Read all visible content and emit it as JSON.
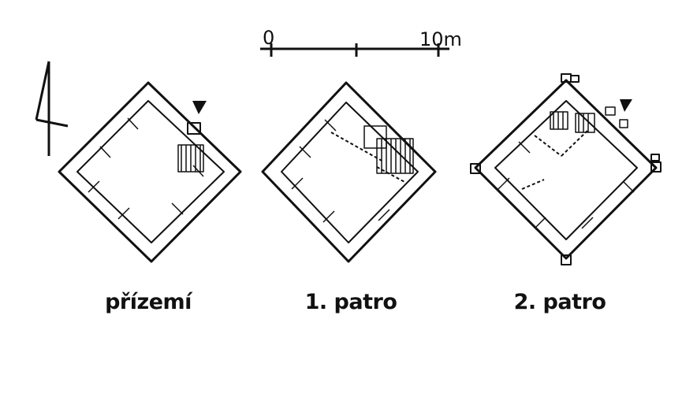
{
  "scale_bar": {
    "start_label": "0",
    "end_label": "10m"
  },
  "floors": [
    {
      "label": "přízemí"
    },
    {
      "label": "1. patro"
    },
    {
      "label": "2. patro"
    }
  ]
}
